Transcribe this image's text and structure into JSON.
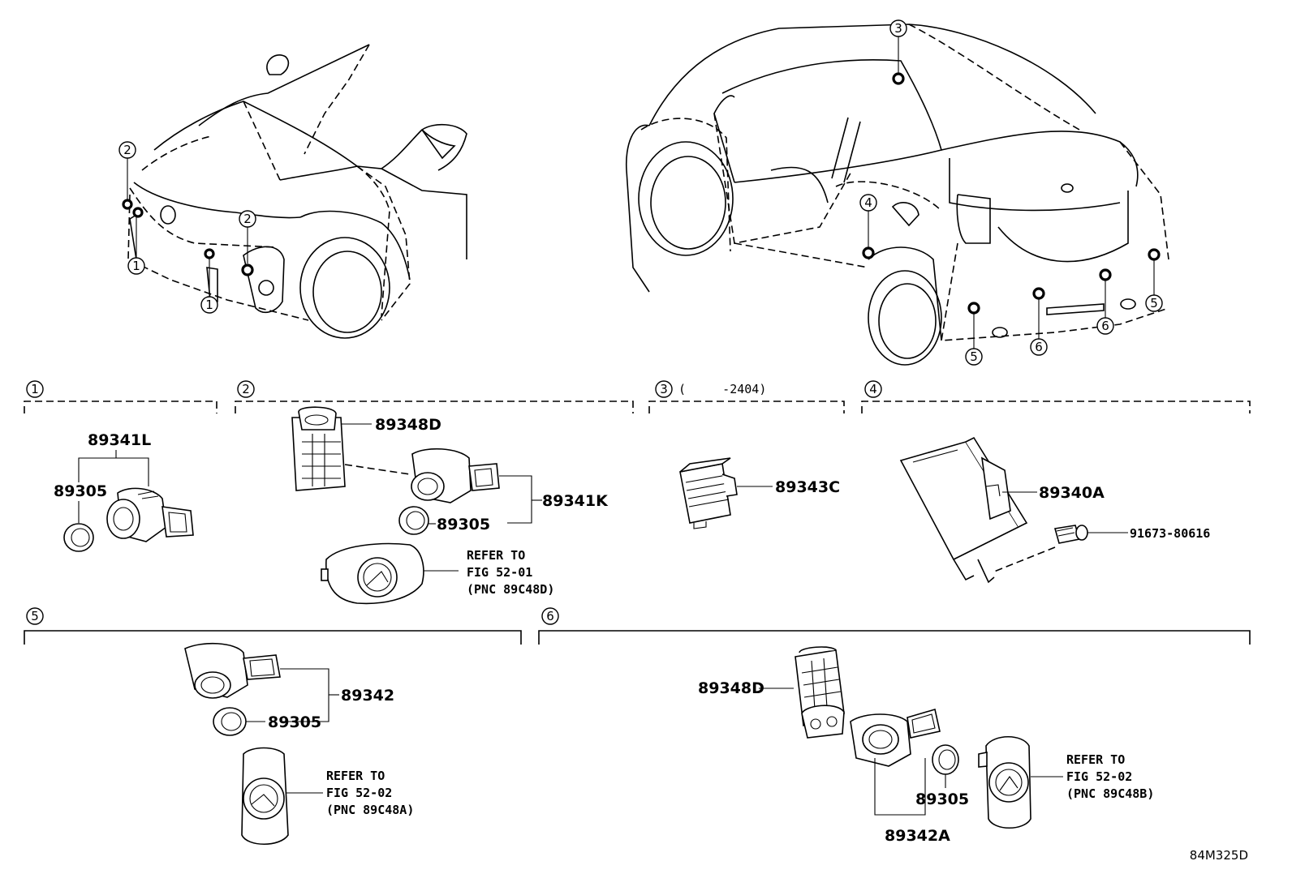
{
  "diagram_id": "84M325D",
  "callouts": [
    "1",
    "2",
    "3",
    "4",
    "5",
    "6"
  ],
  "sections": [
    {
      "num": "1",
      "note": ""
    },
    {
      "num": "2",
      "note": ""
    },
    {
      "num": "3",
      "note": "(     -2404)"
    },
    {
      "num": "4",
      "note": ""
    },
    {
      "num": "5",
      "note": ""
    },
    {
      "num": "6",
      "note": ""
    }
  ],
  "parts": {
    "s1_sensor": "89341L",
    "s1_ring": "89305",
    "s2_bracket": "89348D",
    "s2_sensor": "89341K",
    "s2_ring": "89305",
    "s3_module": "89343C",
    "s4_ecu": "89340A",
    "s4_bolt": "91673-80616",
    "s5_sensor": "89342",
    "s5_ring": "89305",
    "s6_bracket": "89348D",
    "s6_ring": "89305",
    "s6_sensor": "89342A"
  },
  "refs": {
    "s2": {
      "l1": "REFER TO",
      "l2": "FIG 52-01",
      "l3": "(PNC 89C48D)"
    },
    "s5": {
      "l1": "REFER TO",
      "l2": "FIG 52-02",
      "l3": "(PNC 89C48A)"
    },
    "s6": {
      "l1": "REFER TO",
      "l2": "FIG 52-02",
      "l3": "(PNC 89C48B)"
    }
  }
}
